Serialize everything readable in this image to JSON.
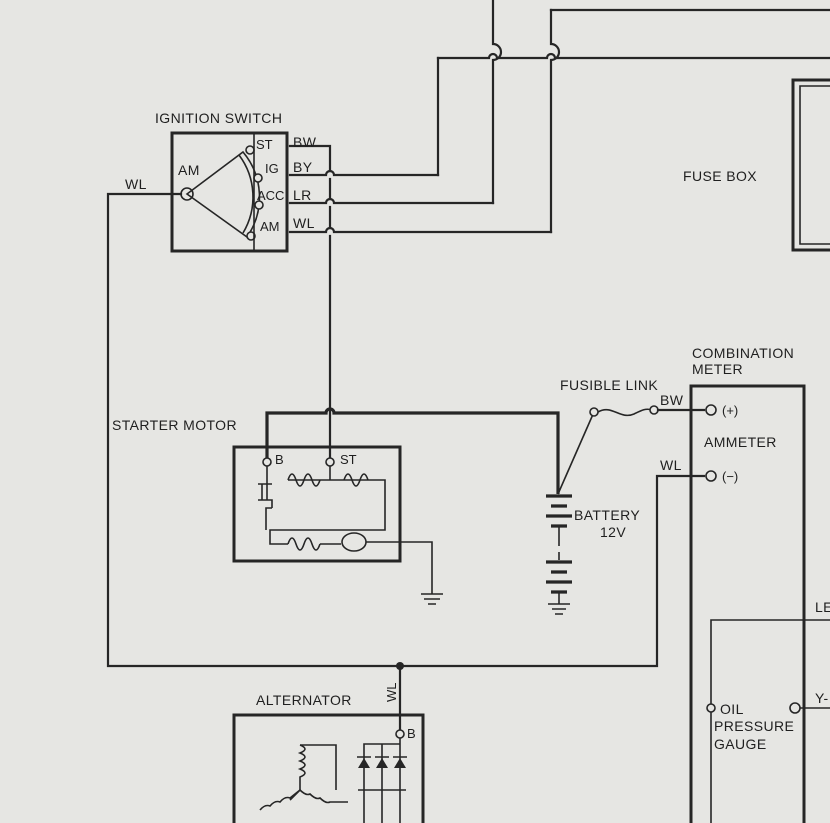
{
  "ignition_switch": {
    "title": "IGNITION SWITCH",
    "am_label": "AM",
    "terminals": [
      "ST",
      "IG",
      "ACC",
      "AM"
    ],
    "wires": [
      "BW",
      "BY",
      "LR",
      "WL"
    ]
  },
  "wl_left_label": "WL",
  "fuse_box": {
    "label": "FUSE BOX"
  },
  "starter_motor": {
    "label": "STARTER MOTOR",
    "term_b": "B",
    "term_st": "ST"
  },
  "fusible_link": {
    "label": "FUSIBLE LINK",
    "wire": "BW"
  },
  "battery": {
    "label": "BATTERY",
    "voltage": "12V"
  },
  "combination_meter": {
    "title_line1": "COMBINATION",
    "title_line2": "METER",
    "ammeter": "AMMETER",
    "plus": "(+)",
    "minus": "(−)",
    "wl_label": "WL",
    "oil_line1": "OIL",
    "oil_line2": "PRESSURE",
    "oil_line3": "GAUGE",
    "edge_label_1": "LE",
    "edge_label_2": "Y-"
  },
  "alternator": {
    "label": "ALTERNATOR",
    "wire": "WL",
    "term_b": "B"
  }
}
